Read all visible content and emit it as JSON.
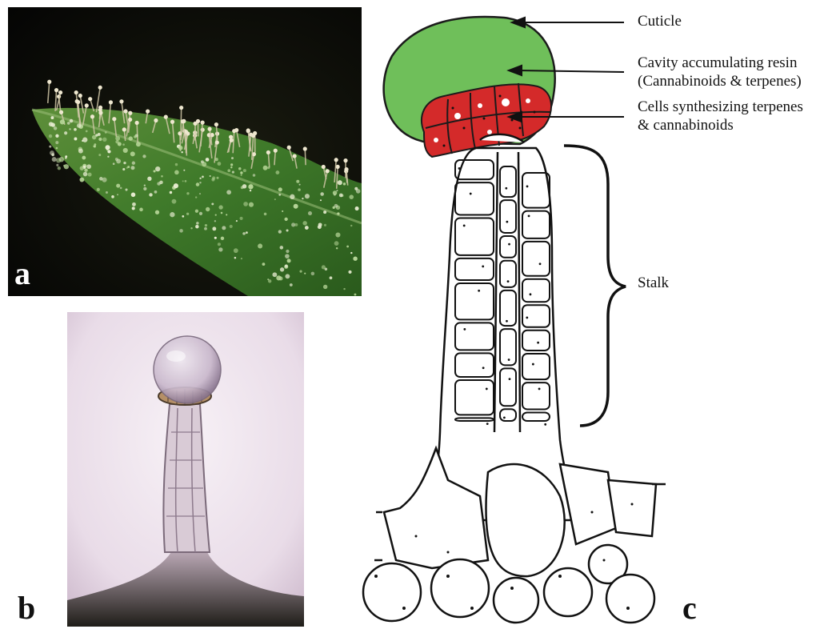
{
  "panels": {
    "a": {
      "letter": "a"
    },
    "b": {
      "letter": "b"
    },
    "c": {
      "letter": "c"
    }
  },
  "labels": {
    "cuticle": "Cuticle",
    "cavity_line1": "Cavity accumulating resin",
    "cavity_line2": "(Cannabinoids & terpenes)",
    "cells_line1": "Cells synthesizing terpenes",
    "cells_line2": "& cannabinoids",
    "stalk": "Stalk"
  },
  "colors": {
    "resin_cavity": "#6fbf5a",
    "secretory_cells": "#d42a2a",
    "leaf_green": "#3c7a2a",
    "trichome_head": "#e8e2c8",
    "background_dark": "#0a0a08"
  }
}
